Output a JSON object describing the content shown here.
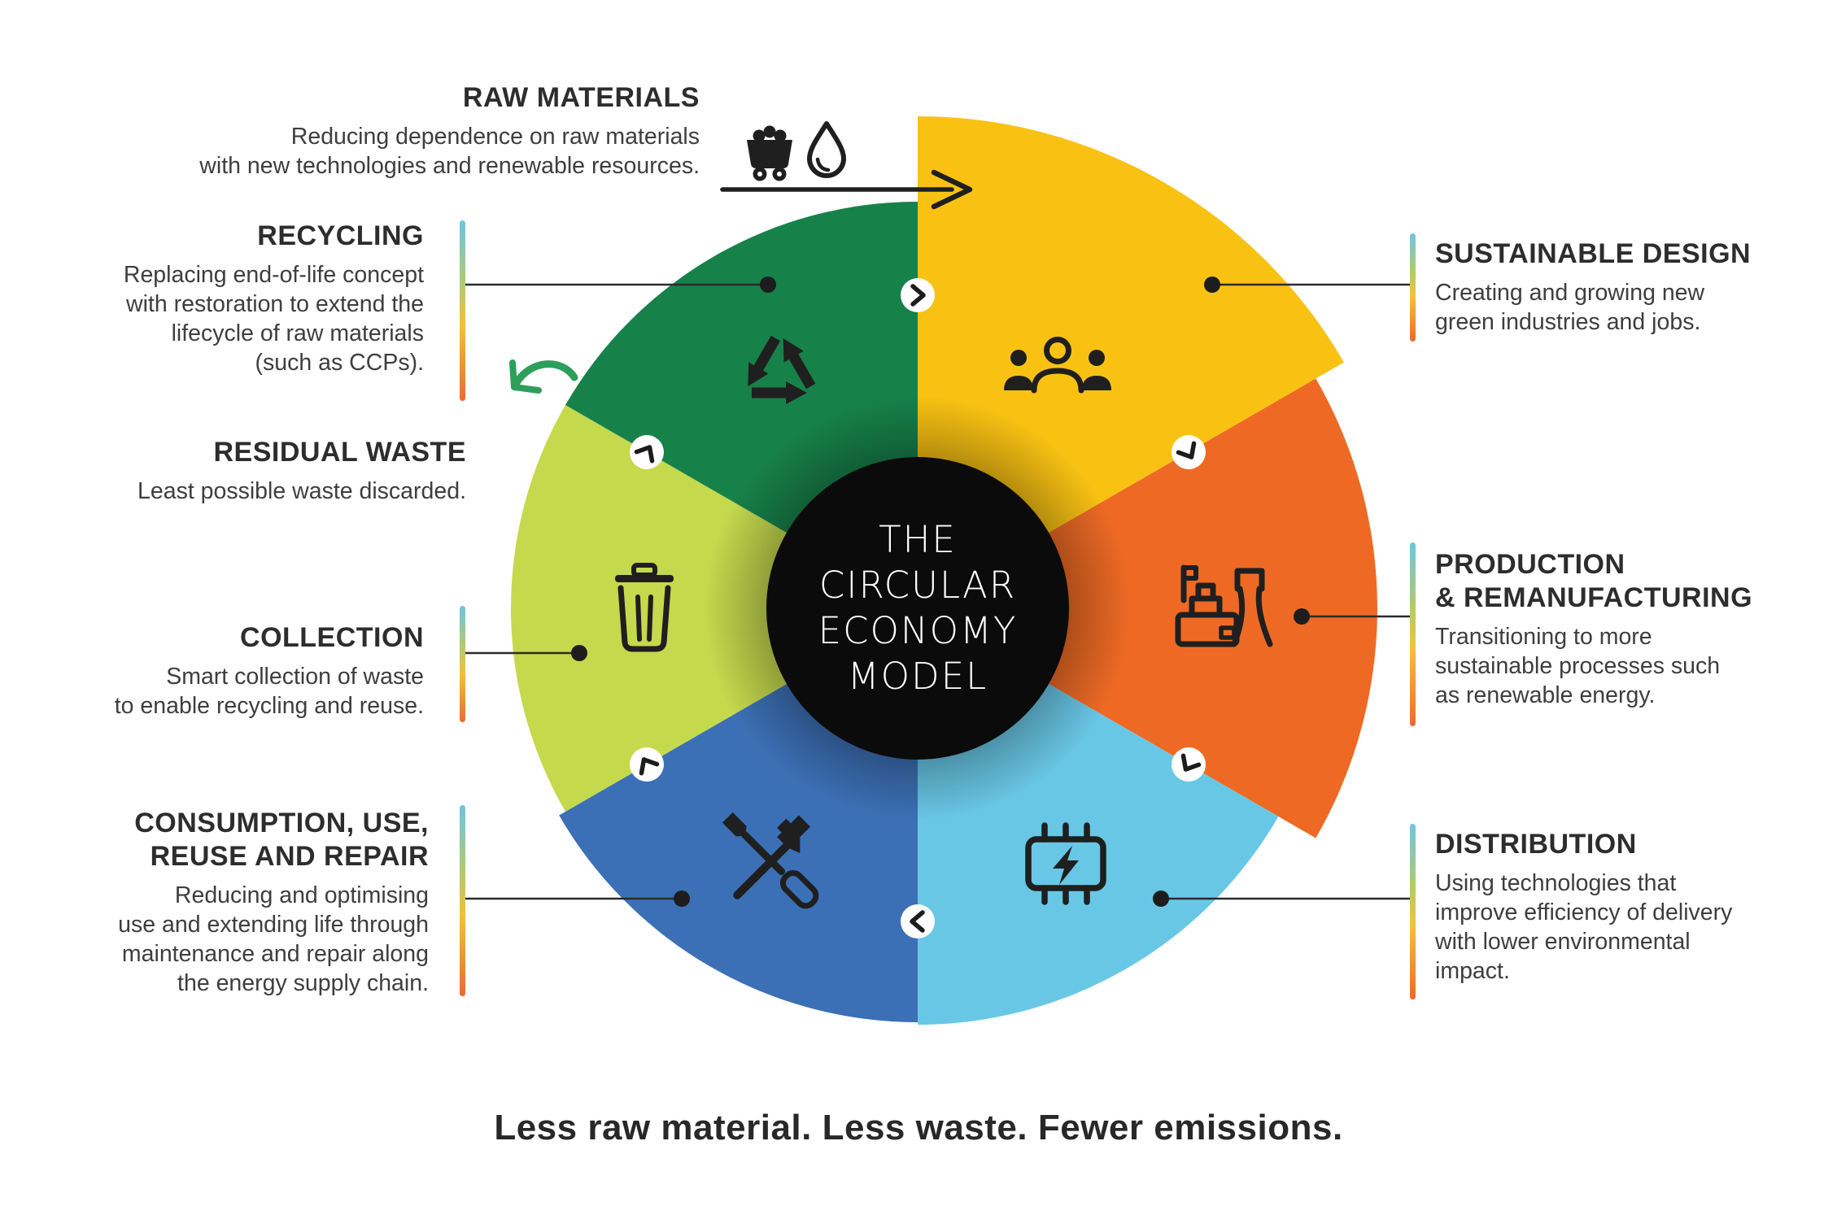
{
  "center": {
    "line1": "THE",
    "line2": "CIRCULAR",
    "line3": "ECONOMY",
    "line4": "MODEL"
  },
  "tagline": "Less raw material. Less waste. Fewer emissions.",
  "raw_materials": {
    "heading": "RAW MATERIALS",
    "desc": [
      "Reducing dependence on raw materials",
      "with new technologies and renewable resources."
    ],
    "icons": [
      "coal-cart-icon",
      "water-drop-icon",
      "right-arrow-icon"
    ]
  },
  "left": {
    "recycling": {
      "heading": "RECYCLING",
      "desc": [
        "Replacing end-of-life concept",
        "with restoration to extend the",
        "lifecycle of raw materials",
        "(such as CCPs)."
      ]
    },
    "residual_waste": {
      "heading": "RESIDUAL WASTE",
      "desc": [
        "Least possible waste discarded."
      ]
    },
    "collection": {
      "heading": "COLLECTION",
      "desc": [
        "Smart collection of waste",
        "to enable recycling and reuse."
      ]
    },
    "consumption": {
      "heading1": "CONSUMPTION, USE,",
      "heading2": "REUSE AND REPAIR",
      "desc": [
        "Reducing and optimising",
        "use and extending life through",
        "maintenance and repair along",
        "the energy supply chain."
      ]
    }
  },
  "right": {
    "sustainable_design": {
      "heading": "SUSTAINABLE DESIGN",
      "desc": [
        "Creating and growing new",
        "green industries  and jobs."
      ]
    },
    "production": {
      "heading1": "PRODUCTION",
      "heading2": "& REMANUFACTURING",
      "desc": [
        "Transitioning to more",
        "sustainable  processes such",
        "as renewable energy."
      ]
    },
    "distribution": {
      "heading": "DISTRIBUTION",
      "desc": [
        "Using technologies that",
        "improve efficiency of delivery",
        "with lower environmental",
        "impact."
      ]
    }
  },
  "segments": {
    "sustainable_design": {
      "color": "#F9C213",
      "icon": "team-icon"
    },
    "production": {
      "color": "#EE6A24",
      "icon": "factory-icon"
    },
    "distribution": {
      "color": "#69C7E6",
      "icon": "battery-chip-icon"
    },
    "consumption": {
      "color": "#3C70B6",
      "icon": "tools-icon"
    },
    "collection": {
      "color": "#C5D94D",
      "icon": "trash-bin-icon"
    },
    "recycling": {
      "color": "#17814A",
      "icon": "recycle-icon"
    }
  },
  "colors": {
    "center_circle": "#0B0B0B",
    "center_text": "#FFFFFF",
    "icon": "#1F1F1F",
    "connector": "#2B2B2B",
    "green_arrow": "#2E9E5B",
    "bar_top": "#6FC3E2",
    "bar_mid": "#F2C13B",
    "bar_bottom": "#EA6B2F"
  }
}
